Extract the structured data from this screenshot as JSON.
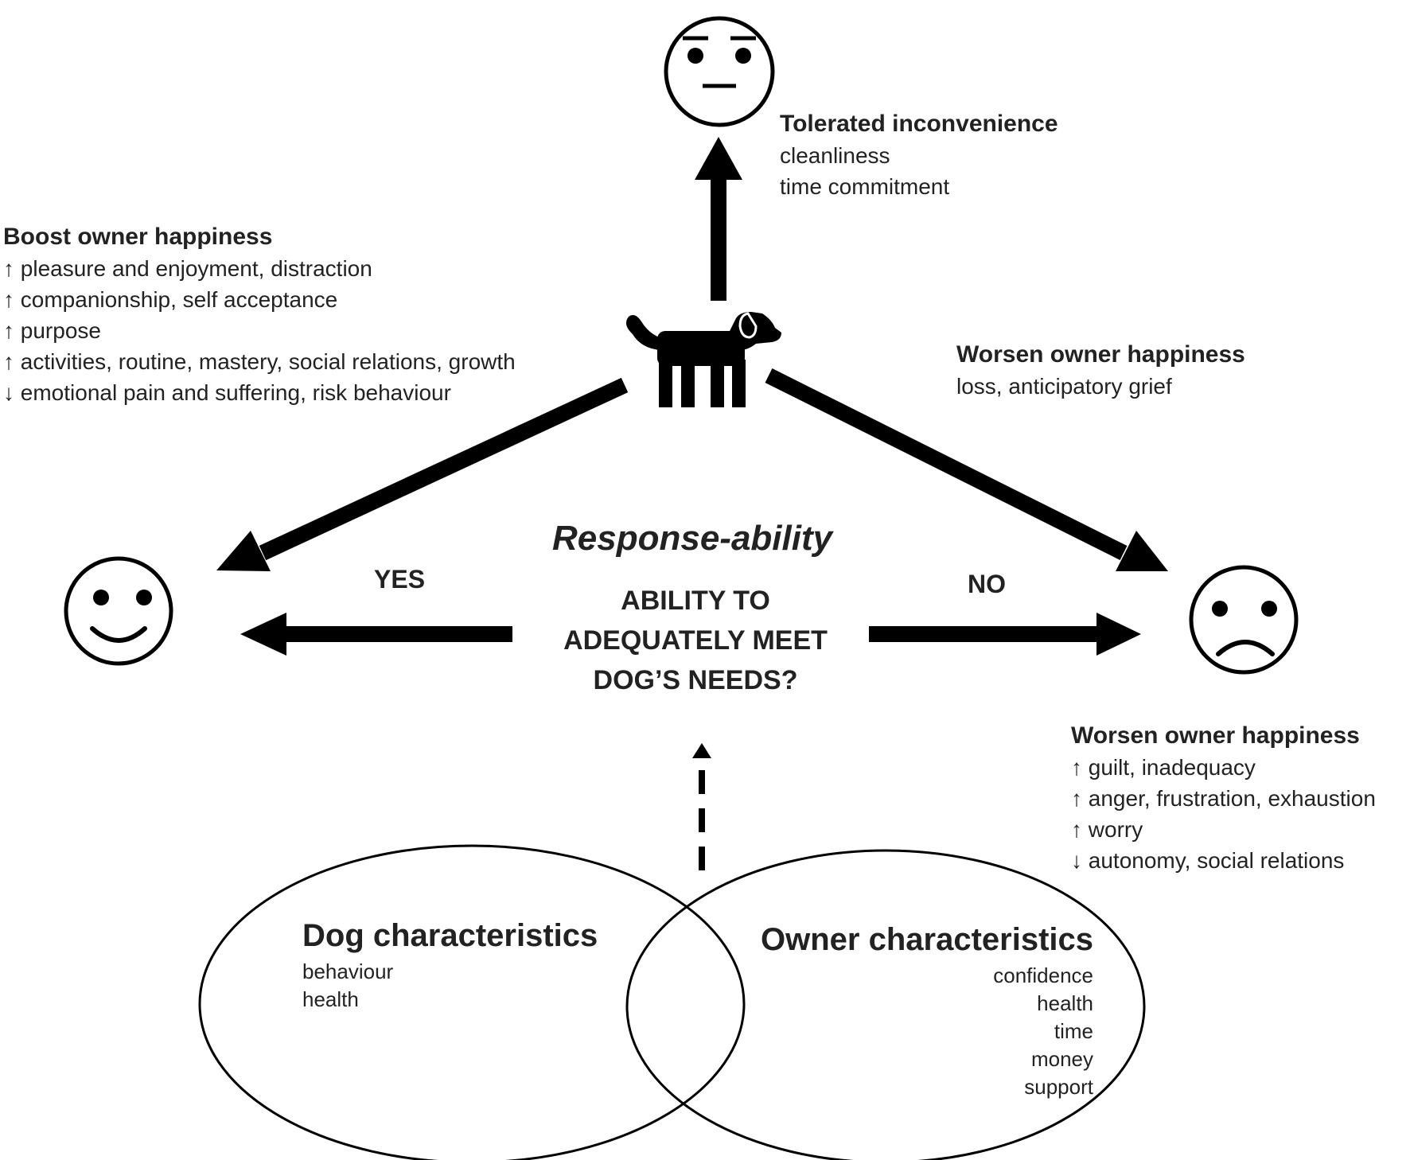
{
  "center": {
    "title": "Response-ability",
    "question_lines": [
      "ABILITY TO",
      "ADEQUATELY MEET",
      "DOG’S NEEDS?"
    ],
    "yes_label": "YES",
    "no_label": "NO"
  },
  "top": {
    "heading": "Tolerated inconvenience",
    "items": [
      "cleanliness",
      "time commitment"
    ]
  },
  "boost": {
    "heading": "Boost owner happiness",
    "items": [
      "↑ pleasure and enjoyment, distraction",
      "↑ companionship, self acceptance",
      "↑ purpose",
      "↑ activities, routine, mastery, social relations, growth",
      "↓ emotional pain and suffering, risk behaviour"
    ]
  },
  "worsen_loss": {
    "heading": "Worsen owner happiness",
    "items": [
      "loss, anticipatory grief"
    ]
  },
  "worsen_need": {
    "heading": "Worsen owner happiness",
    "items": [
      "↑ guilt, inadequacy",
      "↑ anger, frustration, exhaustion",
      "↑ worry",
      "↓ autonomy, social relations"
    ]
  },
  "dog_characteristics": {
    "heading": "Dog characteristics",
    "items": [
      "behaviour",
      "health"
    ]
  },
  "owner_characteristics": {
    "heading": "Owner characteristics",
    "items": [
      "confidence",
      "health",
      "time",
      "money",
      "support"
    ]
  },
  "icons": {
    "neutral": "neutral-face-icon",
    "happy": "happy-face-icon",
    "sad": "sad-face-icon",
    "dog": "dog-icon"
  },
  "colors": {
    "ink": "#000000",
    "text": "#222222"
  }
}
